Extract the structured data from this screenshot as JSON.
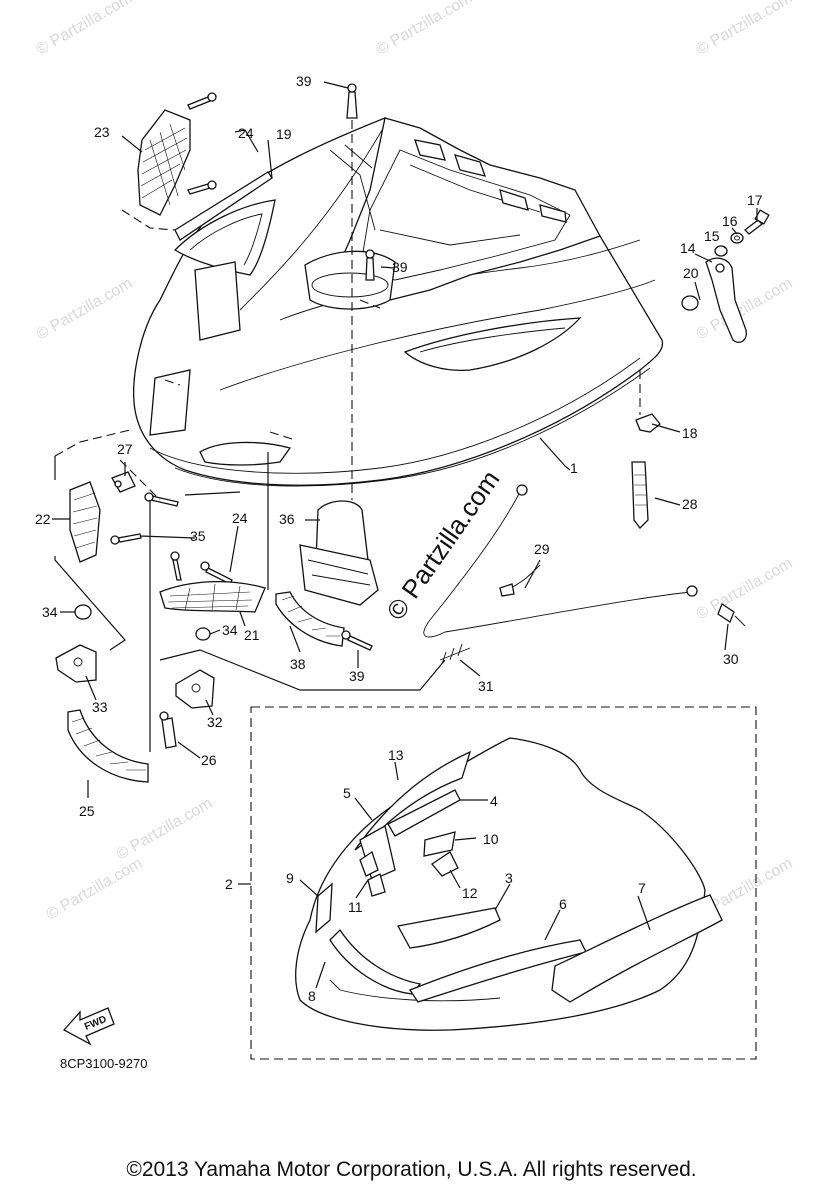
{
  "watermark": "© Partzilla.com",
  "center_watermark": "© Partzilla.com",
  "diagram_code": "8CP3100-9270",
  "fwd_label": "FWD",
  "copyright": "©2013 Yamaha Motor Corporation, U.S.A. All rights reserved.",
  "callouts": {
    "c1": "1",
    "c2": "2",
    "c3": "3",
    "c4": "4",
    "c5": "5",
    "c6": "6",
    "c7": "7",
    "c8": "8",
    "c9": "9",
    "c10": "10",
    "c11": "11",
    "c12": "12",
    "c13": "13",
    "c14": "14",
    "c15": "15",
    "c16": "16",
    "c17": "17",
    "c18": "18",
    "c19": "19",
    "c20": "20",
    "c21": "21",
    "c22": "22",
    "c23": "23",
    "c24a": "24",
    "c24b": "24",
    "c25": "25",
    "c26": "26",
    "c27": "27",
    "c28": "28",
    "c29": "29",
    "c30": "30",
    "c31": "31",
    "c32": "32",
    "c33": "33",
    "c34a": "34",
    "c34b": "34",
    "c35": "35",
    "c36": "36",
    "c38": "38",
    "c39a": "39",
    "c39b": "39",
    "c39c": "39"
  }
}
